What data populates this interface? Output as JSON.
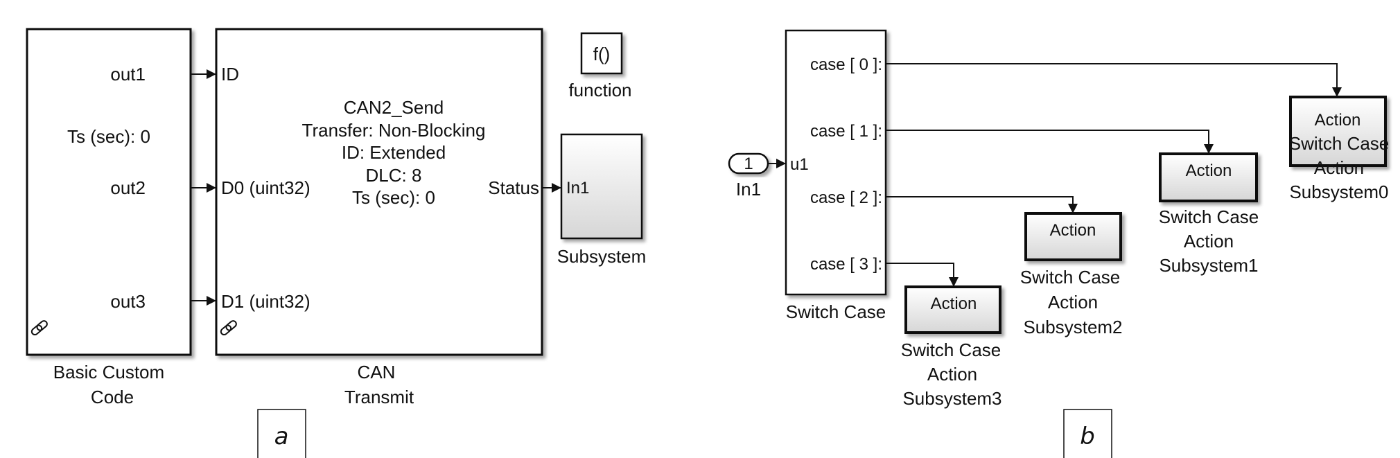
{
  "panel_a": {
    "label": "a",
    "basic_custom_code": {
      "ports": [
        "out1",
        "out2",
        "out3"
      ],
      "text": "Ts (sec): 0",
      "name_lines": [
        "Basic Custom",
        "Code"
      ],
      "icon": "link-icon"
    },
    "can_transmit": {
      "inputs": [
        "ID",
        "D0 (uint32)",
        "D1 (uint32)"
      ],
      "output": "Status",
      "text_lines": [
        "CAN2_Send",
        "Transfer: Non-Blocking",
        "ID: Extended",
        "DLC: 8",
        "Ts (sec): 0"
      ],
      "name_lines": [
        "CAN",
        "Transmit"
      ],
      "icon": "link-icon"
    },
    "function_block": {
      "symbol": "f()",
      "name": "function"
    },
    "subsystem": {
      "input": "In1",
      "name": "Subsystem"
    }
  },
  "panel_b": {
    "label": "b",
    "inport": {
      "number": "1",
      "name": "In1"
    },
    "switch_case": {
      "input": "u1",
      "cases": [
        "case [ 0 ]:",
        "case [ 1 ]:",
        "case [ 2 ]:",
        "case [ 3 ]:"
      ],
      "name": "Switch Case"
    },
    "action_subsystems": [
      {
        "text": "Action",
        "name_lines": [
          "Switch Case",
          "Action",
          "Subsystem0"
        ]
      },
      {
        "text": "Action",
        "name_lines": [
          "Switch Case",
          "Action",
          "Subsystem1"
        ]
      },
      {
        "text": "Action",
        "name_lines": [
          "Switch Case",
          "Action",
          "Subsystem2"
        ]
      },
      {
        "text": "Action",
        "name_lines": [
          "Switch Case",
          "Action",
          "Subsystem3"
        ]
      }
    ]
  }
}
